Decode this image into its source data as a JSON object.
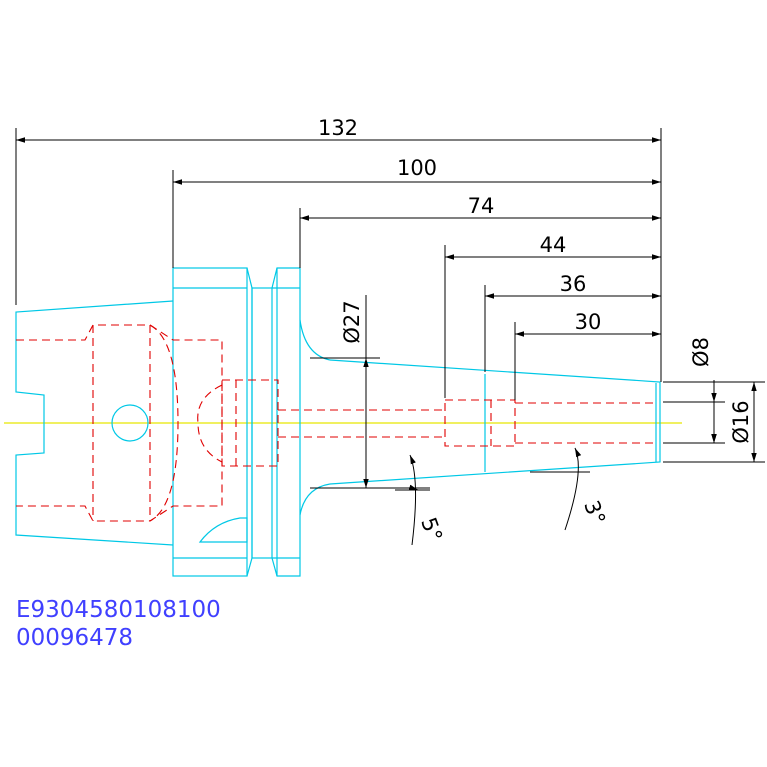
{
  "dimensions": {
    "len_132": "132",
    "len_100": "100",
    "len_74": "74",
    "len_44": "44",
    "len_36": "36",
    "len_30": "30",
    "dia_27": "Ø27",
    "dia_8": "Ø8",
    "dia_16": "Ø16",
    "angle_5": "5°",
    "angle_3": "3°"
  },
  "codes": {
    "part_number": "E9304580108100",
    "serial_number": "00096478"
  },
  "colors": {
    "outline": "#00c8e6",
    "hidden": "#e00000",
    "centerline": "#e6e600",
    "dimension": "#000000",
    "code_text": "#4040ff"
  }
}
